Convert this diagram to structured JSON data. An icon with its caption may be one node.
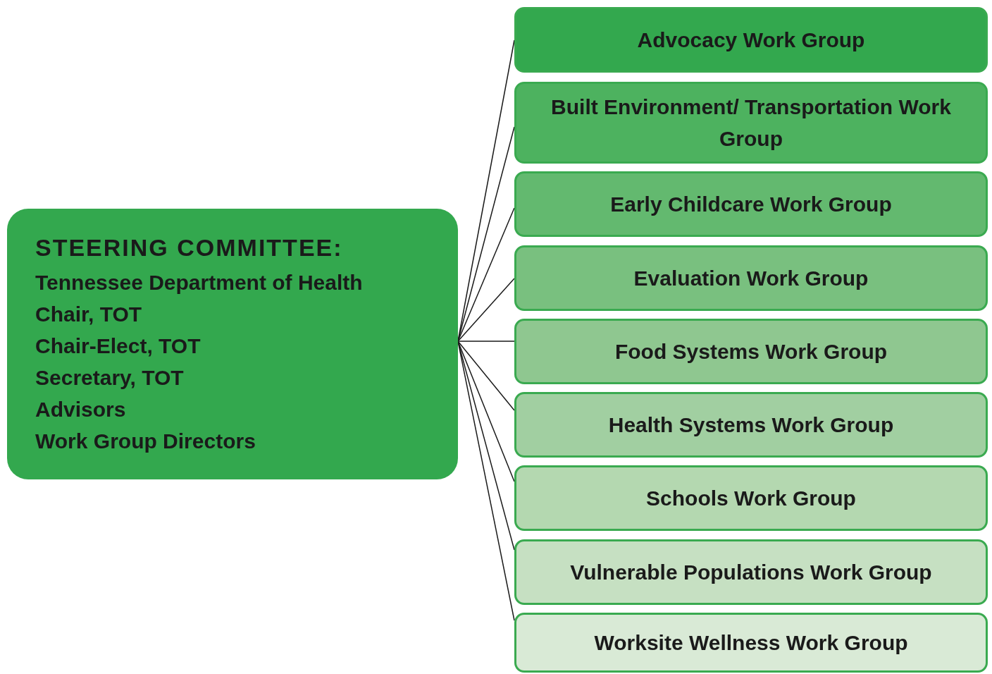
{
  "diagram": {
    "nodes": [
      {
        "text": [
          "STEERING COMMITTEE:",
          "Tennessee Department of Health",
          "Chair, TOT",
          "Chair-Elect, TOT",
          "Secretary, TOT",
          "Advisors",
          "Work Group Directors"
        ]
      },
      {
        "text": [
          "Advocacy Work Group"
        ]
      },
      {
        "text": [
          "Built Environment/ Transportation Work Group"
        ]
      },
      {
        "text": [
          "Early Childcare Work Group"
        ]
      },
      {
        "text": [
          "Evaluation Work Group"
        ]
      },
      {
        "text": [
          "Food Systems Work Group"
        ]
      },
      {
        "text": [
          "Health Systems Work Group"
        ]
      },
      {
        "text": [
          "Schools Work Group"
        ]
      },
      {
        "text": [
          "Vulnerable Populations Work Group"
        ]
      },
      {
        "text": [
          "Worksite Wellness Work Group"
        ]
      }
    ],
    "edges": [
      {
        "from": 0,
        "to": 1,
        "arrow": "none"
      },
      {
        "from": 0,
        "to": 2,
        "arrow": "none"
      },
      {
        "from": 0,
        "to": 3,
        "arrow": "none"
      },
      {
        "from": 0,
        "to": 4,
        "arrow": "none"
      },
      {
        "from": 0,
        "to": 5,
        "arrow": "none"
      },
      {
        "from": 0,
        "to": 6,
        "arrow": "none"
      },
      {
        "from": 0,
        "to": 7,
        "arrow": "none"
      },
      {
        "from": 0,
        "to": 8,
        "arrow": "none"
      },
      {
        "from": 0,
        "to": 9,
        "arrow": "none"
      }
    ]
  }
}
